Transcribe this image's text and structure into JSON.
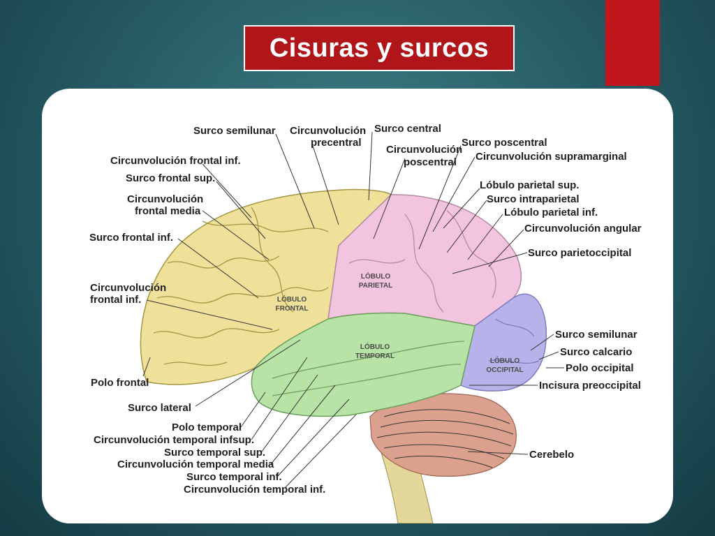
{
  "slide": {
    "title": "Cisuras y surcos",
    "colors": {
      "accent": "#c0161c",
      "title_bg": "#b0151a",
      "background": "#2a6068"
    }
  },
  "diagram": {
    "lobes": {
      "frontal": [
        "LÓBULO",
        "FRONTAL"
      ],
      "parietal": [
        "LÓBULO",
        "PARIETAL"
      ],
      "temporal": [
        "LÓBULO",
        "TEMPORAL"
      ],
      "occipital": [
        "LÓBULO",
        "OCCIPITAL"
      ]
    },
    "lobe_colors": {
      "frontal": "#efe09a",
      "parietal": "#f2c4df",
      "temporal": "#b7e3a6",
      "occipital": "#b7b3ea",
      "cerebellum": "#dca08e"
    },
    "labels": {
      "surco_semilunar_top": "Surco semilunar",
      "circ_precentral_1": "Circunvolución",
      "circ_precentral_2": "precentral",
      "surco_central": "Surco central",
      "circ_poscentral_1": "Circunvolución",
      "circ_poscentral_2": "poscentral",
      "surco_poscentral": "Surco poscentral",
      "circ_supramarginal": "Circunvolución supramarginal",
      "circ_frontal_inf_top": "Circunvolución frontal inf.",
      "surco_frontal_sup": "Surco frontal sup.",
      "circ_frontal_media_1": "Circunvolución",
      "circ_frontal_media_2": "frontal media",
      "lobulo_parietal_sup": "Lóbulo parietal sup.",
      "surco_intraparietal": "Surco intraparietal",
      "lobulo_parietal_inf": "Lóbulo parietal inf.",
      "circ_angular": "Circunvolución angular",
      "surco_frontal_inf": "Surco frontal inf.",
      "surco_parietoccipital": "Surco parietoccipital",
      "circ_frontal_inf_1": "Circunvolución",
      "circ_frontal_inf_2": "frontal inf.",
      "surco_semilunar_right": "Surco semilunar",
      "surco_calcario": "Surco calcario",
      "polo_occipital": "Polo occipital",
      "incisura_preoccipital": "Incisura preoccipital",
      "polo_frontal": "Polo frontal",
      "surco_lateral": "Surco lateral",
      "polo_temporal": "Polo temporal",
      "circ_temporal_infsup": "Circunvolución temporal infsup.",
      "surco_temporal_sup": "Surco temporal sup.",
      "circ_temporal_media": "Circunvolución temporal media",
      "surco_temporal_inf": "Surco temporal inf.",
      "circ_temporal_inf": "Circunvolución temporal inf.",
      "cerebelo": "Cerebelo"
    }
  }
}
